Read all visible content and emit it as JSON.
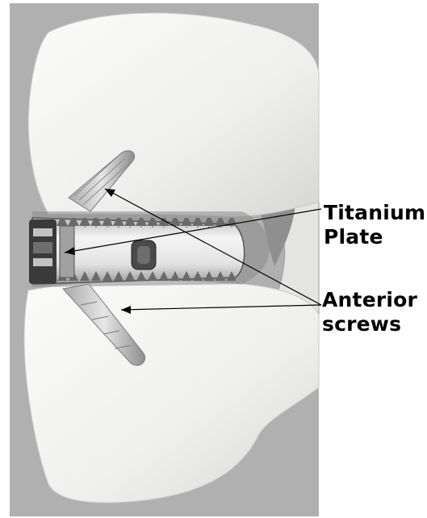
{
  "labels": {
    "titanium_plate": [
      "Titanium",
      "Plate"
    ],
    "anterior_screws": [
      "Anterior",
      "screws"
    ]
  },
  "colors": {
    "background": "#b0b0b0",
    "bone": "#f2f2f0",
    "bone_shadow": "#cfcfcc",
    "implant_metal": "#d8d8d8",
    "implant_dark": "#3a3a3a",
    "leader_line": "#000000"
  }
}
